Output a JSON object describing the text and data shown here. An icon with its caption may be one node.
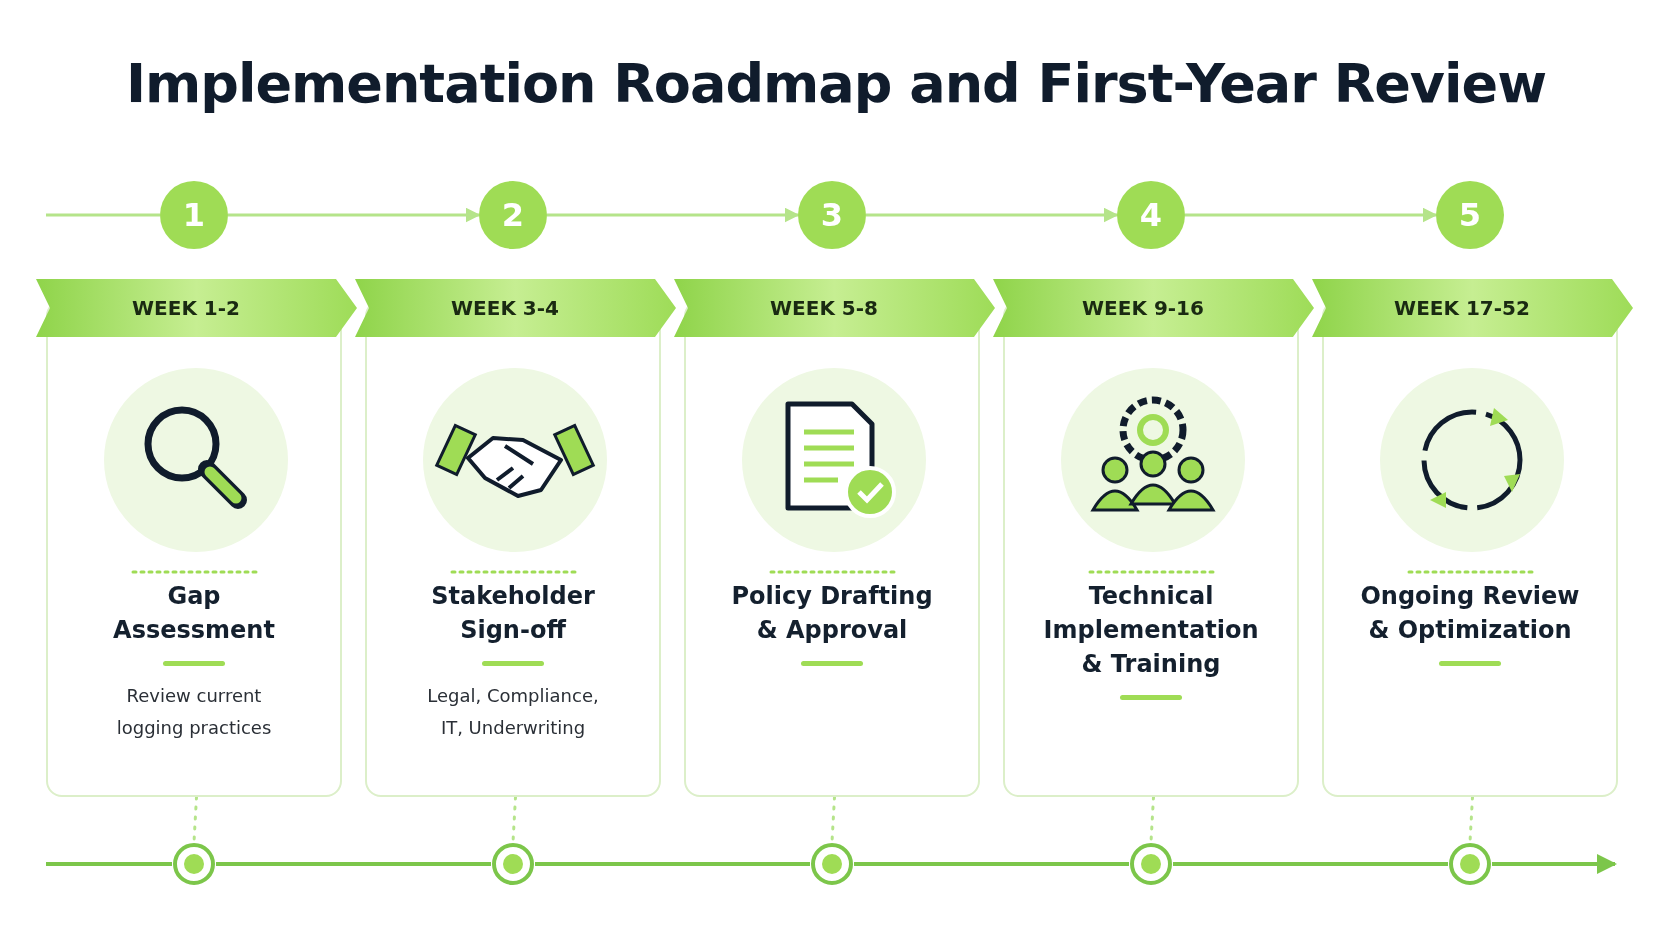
{
  "diagram": {
    "title": "Implementation Roadmap and First-Year Review",
    "nodes": [
      {
        "text": [
          "1"
        ]
      },
      {
        "text": [
          "2"
        ]
      },
      {
        "text": [
          "3"
        ]
      },
      {
        "text": [
          "4"
        ]
      },
      {
        "text": [
          "5"
        ]
      },
      {
        "text": [
          "WEEK 1-2",
          "Gap Assessment",
          "Review current logging practices"
        ]
      },
      {
        "text": [
          "WEEK 3-4",
          "Stakeholder Sign-off",
          "Legal, Compliance, IT, Underwriting"
        ]
      },
      {
        "text": [
          "WEEK 5-8",
          "Policy Drafting & Approval"
        ]
      },
      {
        "text": [
          "WEEK 9-16",
          "Technical Implementation & Training"
        ]
      },
      {
        "text": [
          "WEEK 17-52",
          "Ongoing Review & Optimization"
        ]
      },
      {
        "text": [],
        "shape": "circle"
      },
      {
        "text": [],
        "shape": "circle"
      },
      {
        "text": [],
        "shape": "circle"
      },
      {
        "text": [],
        "shape": "circle"
      },
      {
        "text": [],
        "shape": "circle"
      }
    ],
    "edges": [
      {
        "from": null,
        "to": 0,
        "arrow": "none"
      },
      {
        "from": 0,
        "to": 1,
        "arrow": "to"
      },
      {
        "from": 1,
        "to": 2,
        "arrow": "to"
      },
      {
        "from": 2,
        "to": 3,
        "arrow": "to"
      },
      {
        "from": 3,
        "to": 4,
        "arrow": "to"
      },
      {
        "from": 5,
        "to": 10,
        "arrow": "none",
        "style": "dashed"
      },
      {
        "from": 6,
        "to": 11,
        "arrow": "none",
        "style": "dashed"
      },
      {
        "from": 7,
        "to": 12,
        "arrow": "none",
        "style": "dashed"
      },
      {
        "from": 8,
        "to": 13,
        "arrow": "none",
        "style": "dashed"
      },
      {
        "from": 9,
        "to": 14,
        "arrow": "none",
        "style": "dashed"
      },
      {
        "from": null,
        "to": 10,
        "arrow": "none"
      },
      {
        "from": 10,
        "to": 11,
        "arrow": "none"
      },
      {
        "from": 11,
        "to": 12,
        "arrow": "none"
      },
      {
        "from": 12,
        "to": 13,
        "arrow": "none"
      },
      {
        "from": 13,
        "to": 14,
        "arrow": "none"
      },
      {
        "from": 14,
        "to": null,
        "arrow": "to"
      }
    ]
  }
}
